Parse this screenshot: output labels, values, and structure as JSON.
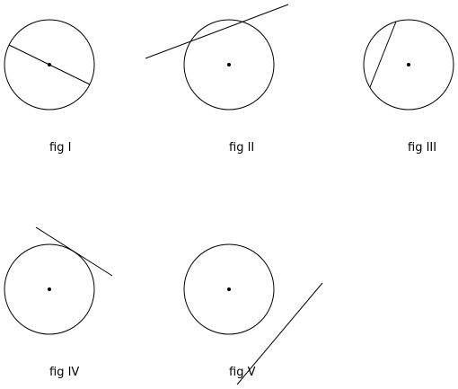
{
  "figures": {
    "fig1": {
      "caption": "fig I"
    },
    "fig2": {
      "caption": "fig II"
    },
    "fig3": {
      "caption": "fig III"
    },
    "fig4": {
      "caption": "fig IV"
    },
    "fig5": {
      "caption": "fig V"
    }
  },
  "colors": {
    "stroke": "#000000",
    "background": "#ffffff"
  }
}
